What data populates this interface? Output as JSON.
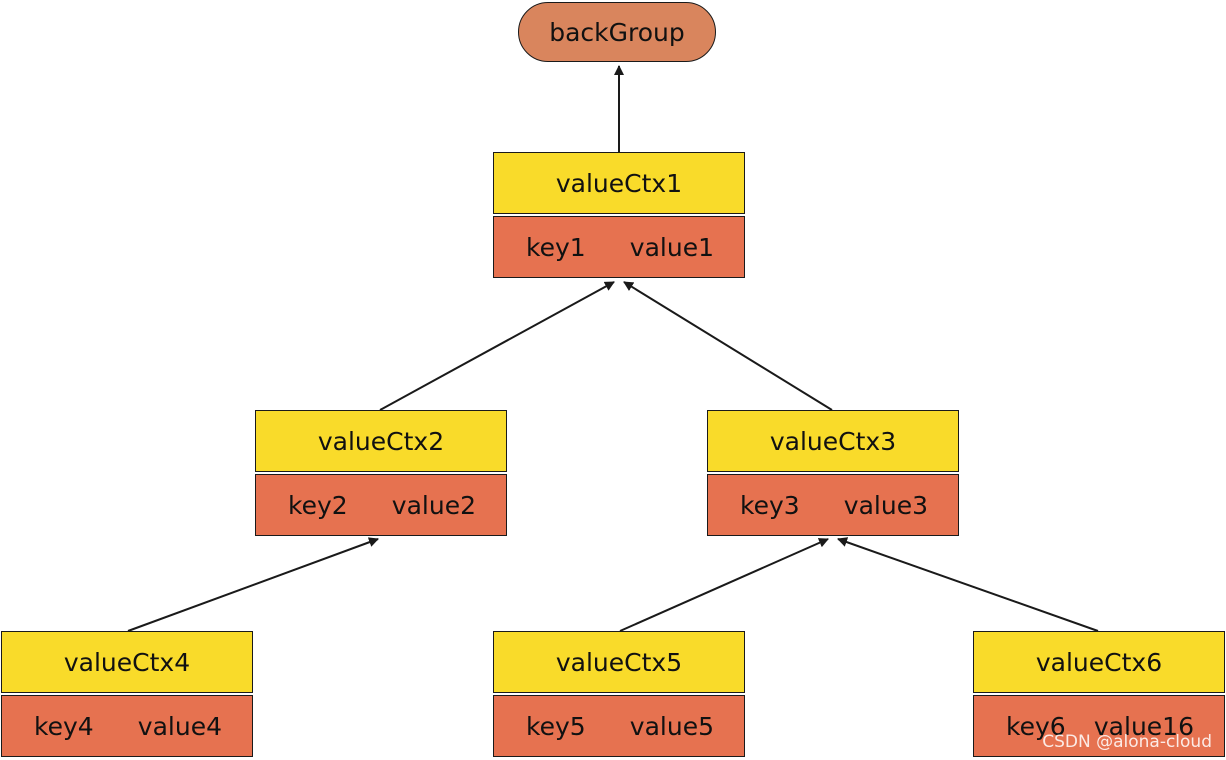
{
  "root": {
    "label": "backGroup"
  },
  "nodes": [
    {
      "title": "valueCtx1",
      "key": "key1",
      "value": "value1"
    },
    {
      "title": "valueCtx2",
      "key": "key2",
      "value": "value2"
    },
    {
      "title": "valueCtx3",
      "key": "key3",
      "value": "value3"
    },
    {
      "title": "valueCtx4",
      "key": "key4",
      "value": "value4"
    },
    {
      "title": "valueCtx5",
      "key": "key5",
      "value": "value5"
    },
    {
      "title": "valueCtx6",
      "key": "key6",
      "value": "value16"
    }
  ],
  "watermark": "CSDN @alona-cloud",
  "colors": {
    "root_fill": "#d9855d",
    "title_fill": "#f9db2a",
    "kv_fill": "#e67250",
    "stroke": "#1a1a1a"
  }
}
